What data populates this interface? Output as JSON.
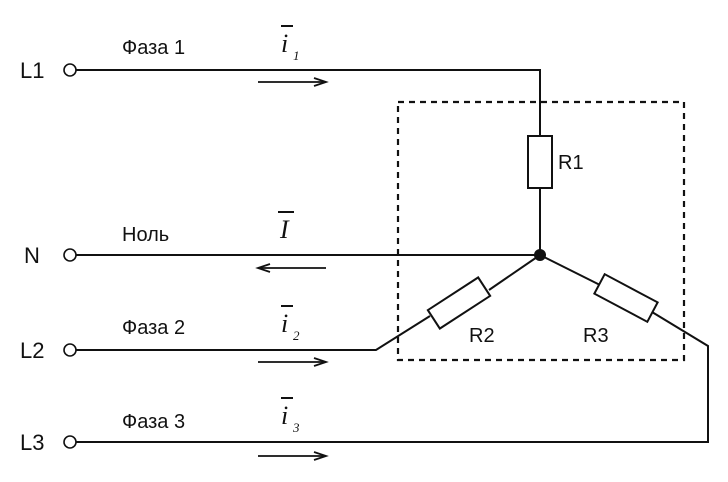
{
  "terminals": {
    "l1": "L1",
    "n": "N",
    "l2": "L2",
    "l3": "L3"
  },
  "wire_labels": {
    "phase1": "Фаза 1",
    "neutral": "Ноль",
    "phase2": "Фаза 2",
    "phase3": "Фаза 3"
  },
  "currents": {
    "i1": {
      "symbol": "i",
      "sub": "1"
    },
    "neutral": {
      "symbol": "I"
    },
    "i2": {
      "symbol": "i",
      "sub": "2"
    },
    "i3": {
      "symbol": "i",
      "sub": "3"
    }
  },
  "resistors": {
    "r1": "R1",
    "r2": "R2",
    "r3": "R3"
  }
}
